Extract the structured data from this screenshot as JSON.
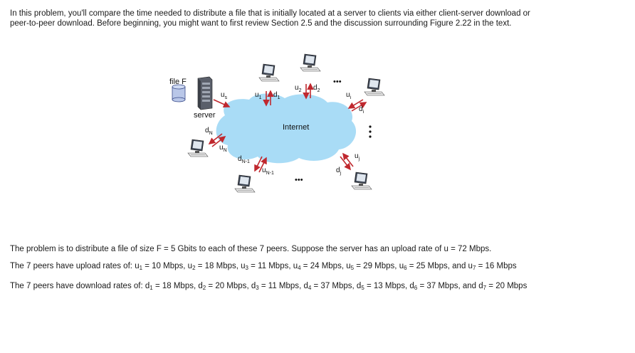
{
  "intro_text": "In this problem, you'll compare the time needed to distribute a file that is initially located at a server to clients via either client-server download or peer-to-peer download. Before beginning, you might want to first review Section 2.5 and the discussion surrounding Figure 2.22 in the text.",
  "figure": {
    "file_label": "file F",
    "server_label": "server",
    "internet_label": "Internet",
    "ellipsis": "•••",
    "link_labels": {
      "us": "u",
      "us_sub": "s",
      "u1": "u",
      "u1_sub": "1",
      "d1": "d",
      "d1_sub": "1",
      "u2": "u",
      "u2_sub": "2",
      "d2": "d",
      "d2_sub": "2",
      "ui": "u",
      "ui_sub": "i",
      "di": "d",
      "di_sub": "i",
      "dN": "d",
      "dN_sub": "N",
      "uN": "u",
      "uN_sub": "N",
      "dN1": "d",
      "dN1_sub": "N-1",
      "uN1": "u",
      "uN1_sub": "N-1",
      "dj": "d",
      "dj_sub": "j",
      "uj": "u",
      "uj_sub": "j"
    }
  },
  "problem": {
    "line1": "The problem is to distribute a file of size F = 5 Gbits to each of these 7 peers. Suppose the server has an upload rate of u = 72 Mbps.",
    "upload_prefix": "The 7 peers have upload rates of:",
    "upload_rates": [
      {
        "var": "u",
        "sub": "1",
        "value": "10 Mbps"
      },
      {
        "var": "u",
        "sub": "2",
        "value": "18 Mbps"
      },
      {
        "var": "u",
        "sub": "3",
        "value": "11 Mbps"
      },
      {
        "var": "u",
        "sub": "4",
        "value": "24 Mbps"
      },
      {
        "var": "u",
        "sub": "5",
        "value": "29 Mbps"
      },
      {
        "var": "u",
        "sub": "6",
        "value": "25 Mbps"
      },
      {
        "var": "u",
        "sub": "7",
        "value": "16 Mbps"
      }
    ],
    "download_prefix": "The 7 peers have download rates of:",
    "download_rates": [
      {
        "var": "d",
        "sub": "1",
        "value": "18 Mbps"
      },
      {
        "var": "d",
        "sub": "2",
        "value": "20 Mbps"
      },
      {
        "var": "d",
        "sub": "3",
        "value": "11 Mbps"
      },
      {
        "var": "d",
        "sub": "4",
        "value": "37 Mbps"
      },
      {
        "var": "d",
        "sub": "5",
        "value": "13 Mbps"
      },
      {
        "var": "d",
        "sub": "6",
        "value": "37 Mbps"
      },
      {
        "var": "d",
        "sub": "7",
        "value": "20 Mbps"
      }
    ]
  },
  "colors": {
    "cloud": "#a9dcf6",
    "arrow": "#c0282e",
    "text": "#1a1a1a"
  }
}
